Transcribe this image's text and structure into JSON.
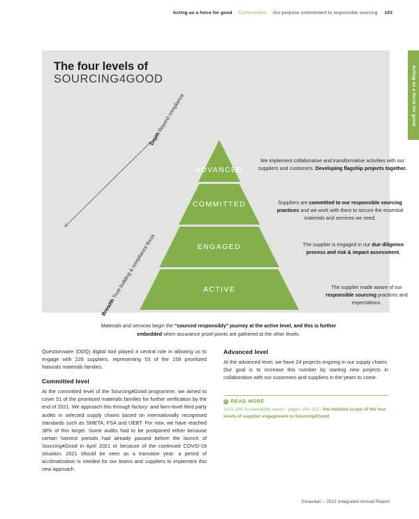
{
  "header": {
    "section": "Acting as a force for good",
    "subsection": "Communities",
    "description": "Our purpose commitment to responsible sourcing",
    "page_number": "103"
  },
  "edge_tab": {
    "label": "Acting as a force for good"
  },
  "figure": {
    "title_line1": "The four levels of",
    "title_line2": "SOURCING4GOOD",
    "axis": {
      "top_bold": "Depth",
      "top_text": "Beyond compliance",
      "bottom_bold": "Breadth",
      "bottom_text": "Trust building & compliance focus"
    },
    "tiers": [
      {
        "name": "ADVANCED",
        "desc_plain_1": "We implement collaborative and transformative activities with our suppliers and customers. ",
        "desc_bold": "Developing flagship projects together.",
        "desc_plain_2": ""
      },
      {
        "name": "COMMITTED",
        "desc_plain_1": "Suppliers are ",
        "desc_bold": "committed to our responsible sourcing practices",
        "desc_plain_2": " and we work with them to secure the essential materials and services we need."
      },
      {
        "name": "ENGAGED",
        "desc_plain_1": "The supplier is engaged in our ",
        "desc_bold": "due diligence process and risk & impact assessment.",
        "desc_plain_2": ""
      },
      {
        "name": "ACTIVE",
        "desc_plain_1": "The supplier made aware of our ",
        "desc_bold": "responsible sourcing",
        "desc_plain_2": " practices and expectations."
      }
    ],
    "caption_plain_1": "Materials and services begin the ",
    "caption_bold": "“sourced responsibly” journey at the active level, and this is further embedded",
    "caption_plain_2": " when assurance proof-points are gathered at the other levels.",
    "colors": {
      "panel_background": "#e3e3e1",
      "pyramid_green": "#84b04c",
      "accent_green": "#8ab14e"
    }
  },
  "body": {
    "left_column": {
      "intro_paragraph": "Questionnaire (DDQ) digital tool played a central role in allowing us to engage with 226 suppliers, representing 53 of the 158 prioritized Naturals materials families.",
      "heading": "Committed level",
      "paragraph": "At the committed level of the Sourcing4Good programme, we aimed to cover 51 of the prioritised materials families for further verification by the end of 2021. We approach this through factory- and farm-level third party audits in selected supply chains based on internationally recognised standards such as SMETA, FSA and UEBT. For now, we have reached 38% of this target. Some audits had to be postponed either because certain harvest periods had already passed before the launch of Sourcing4Good in April 2021 or because of the continued COVID-19 situation. 2021 should be seen as a transition year: a period of acclimatisation is needed for our teams and suppliers to implement this new approach."
    },
    "right_column": {
      "heading": "Advanced level",
      "paragraph": "At the advanced level, we have 24 projects ongoing in our supply chains. Our goal is to increase this number by starting new projects in collaboration with our customers and suppliers in the years to come."
    }
  },
  "read_more": {
    "title": "READ MORE",
    "text_plain_1": "2021 GRI Sustainability report › pages 109–112 › ",
    "text_bold": "the detailed scope of the four levels of supplier engagement in Sourcing4Good"
  },
  "footer": {
    "text": "Givaudan – 2021 Integrated Annual Report"
  }
}
